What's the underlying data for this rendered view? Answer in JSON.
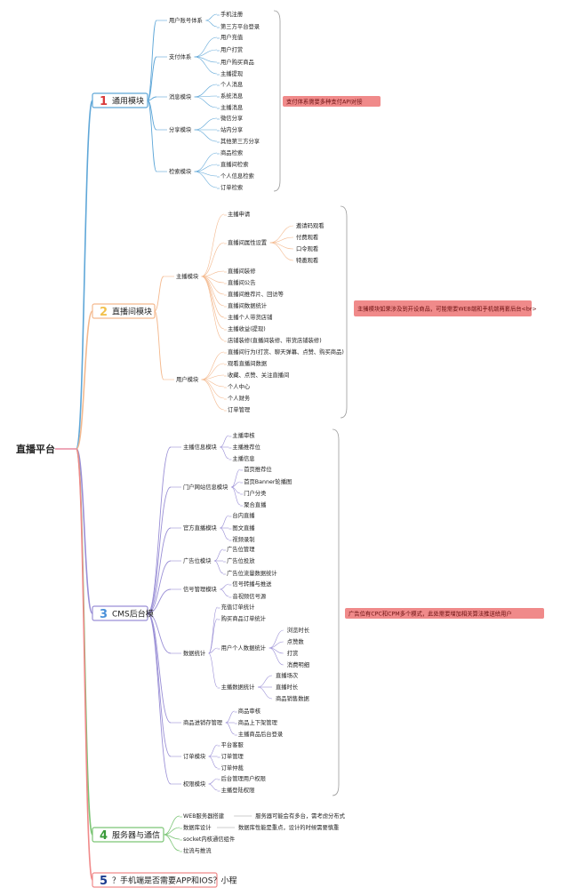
{
  "root": "直播平台",
  "sections": [
    {
      "num": "1",
      "label": "通用模块",
      "color": "#5fa7d8",
      "note": "支付体系需要多种支付API对接",
      "groups": [
        {
          "label": "用户账号体系",
          "items": [
            "手机注册",
            "第三方平台登录"
          ]
        },
        {
          "label": "支付体系",
          "items": [
            "用户充值",
            "用户打赏",
            "用户购买商品",
            "主播提现"
          ]
        },
        {
          "label": "消息模块",
          "items": [
            "个人消息",
            "系统消息",
            "主播消息"
          ]
        },
        {
          "label": "分享模块",
          "items": [
            "微信分享",
            "站内分享",
            "其他第三方分享"
          ]
        },
        {
          "label": "检索模块",
          "items": [
            "商品检索",
            "直播间检索",
            "个人信息检索",
            "订单检索"
          ]
        }
      ]
    },
    {
      "num": "2",
      "label": "直播间模块",
      "color": "#f4b98e",
      "numcolor": "#f2c14e",
      "note": "主播模块如果涉及到开设商品，可能需要WEB端和手机端两套后台<br>",
      "groups": [
        {
          "label": "主播模块",
          "items": [
            {
              "label": "主播申请"
            },
            {
              "label": "直播间属性设置",
              "items": [
                "邀请码观看",
                "付费观看",
                "口令观看",
                "特邀观看"
              ]
            },
            {
              "label": "直播间装修"
            },
            {
              "label": "直播间公告"
            },
            {
              "label": "直播间推荐片、回访等"
            },
            {
              "label": "直播间数据统计"
            },
            {
              "label": "主播个人带货店铺"
            },
            {
              "label": "主播收益(提现)"
            },
            {
              "label": "店铺装修(直播间装修、带货店铺装修)"
            }
          ]
        },
        {
          "label": "用户模块",
          "items": [
            {
              "label": "直播间行为(打赏、聊天弹幕、点赞、购买商品)"
            },
            {
              "label": "观看直播间数据"
            },
            {
              "label": "收藏、点赞、关注直播间"
            },
            {
              "label": "个人中心"
            },
            {
              "label": "个人财务"
            },
            {
              "label": "订单管理"
            }
          ]
        }
      ]
    },
    {
      "num": "3",
      "label": "CMS后台模",
      "color": "#9a8fd6",
      "numcolor": "#4a90d9",
      "note": "广告位有CPC和CPM多个模式，此处需要增加相关算法推送给用户",
      "groups": [
        {
          "label": "主播信息模块",
          "items": [
            {
              "label": "主播审核"
            },
            {
              "label": "主播推荐位"
            },
            {
              "label": "主播信息"
            }
          ]
        },
        {
          "label": "门户网站信息模块",
          "items": [
            {
              "label": "首页推荐位"
            },
            {
              "label": "首页Banner轮播图"
            },
            {
              "label": "门户分类"
            },
            {
              "label": "聚合直播"
            }
          ]
        },
        {
          "label": "官方直播模块",
          "items": [
            {
              "label": "台内直播"
            },
            {
              "label": "图文直播"
            },
            {
              "label": "视频录制"
            }
          ]
        },
        {
          "label": "广告位模块",
          "items": [
            {
              "label": "广告位管理"
            },
            {
              "label": "广告位投放"
            },
            {
              "label": "广告位流量数据统计"
            }
          ]
        },
        {
          "label": "信号管理模块",
          "items": [
            {
              "label": "信号转播与推送"
            },
            {
              "label": "音视频信号源"
            }
          ]
        },
        {
          "label": "数据统计",
          "items": [
            {
              "label": "充值订单统计"
            },
            {
              "label": "购买商品订单统计"
            },
            {
              "label": "用户个人数据统计",
              "items": [
                "浏览时长",
                "点赞数",
                "打赏",
                "消费明细"
              ]
            },
            {
              "label": "主播数据统计",
              "items": [
                "直播场次",
                "直播时长",
                "商品销售数据"
              ]
            }
          ]
        },
        {
          "label": "商品进销存管理",
          "items": [
            {
              "label": "商品审核"
            },
            {
              "label": "商品上下架管理"
            },
            {
              "label": "主播商品后台登录"
            }
          ]
        },
        {
          "label": "订单模块",
          "items": [
            {
              "label": "平台客服"
            },
            {
              "label": "订单管理"
            },
            {
              "label": "订单仲裁"
            }
          ]
        },
        {
          "label": "权限模块",
          "items": [
            {
              "label": "后台管理用户权限"
            },
            {
              "label": "主播登陆权限"
            }
          ]
        }
      ]
    },
    {
      "num": "4",
      "label": "服务器与通信",
      "color": "#7cc576",
      "numcolor": "#3b9b3b",
      "items": [
        {
          "label": "WEB服务器搭建",
          "comment": "服务器可能会有多台，需考虑分布式"
        },
        {
          "label": "数据库设计",
          "comment": "数据库性能是重点，设计的时候需要慎重"
        },
        {
          "label": "socket内核通信组件"
        },
        {
          "label": "拉流与推流"
        }
      ]
    },
    {
      "num": "5",
      "label": "？手机端是否需要APP和IOS？小程",
      "color": "#f08a8a",
      "numcolor": "#1a3b8f"
    }
  ]
}
